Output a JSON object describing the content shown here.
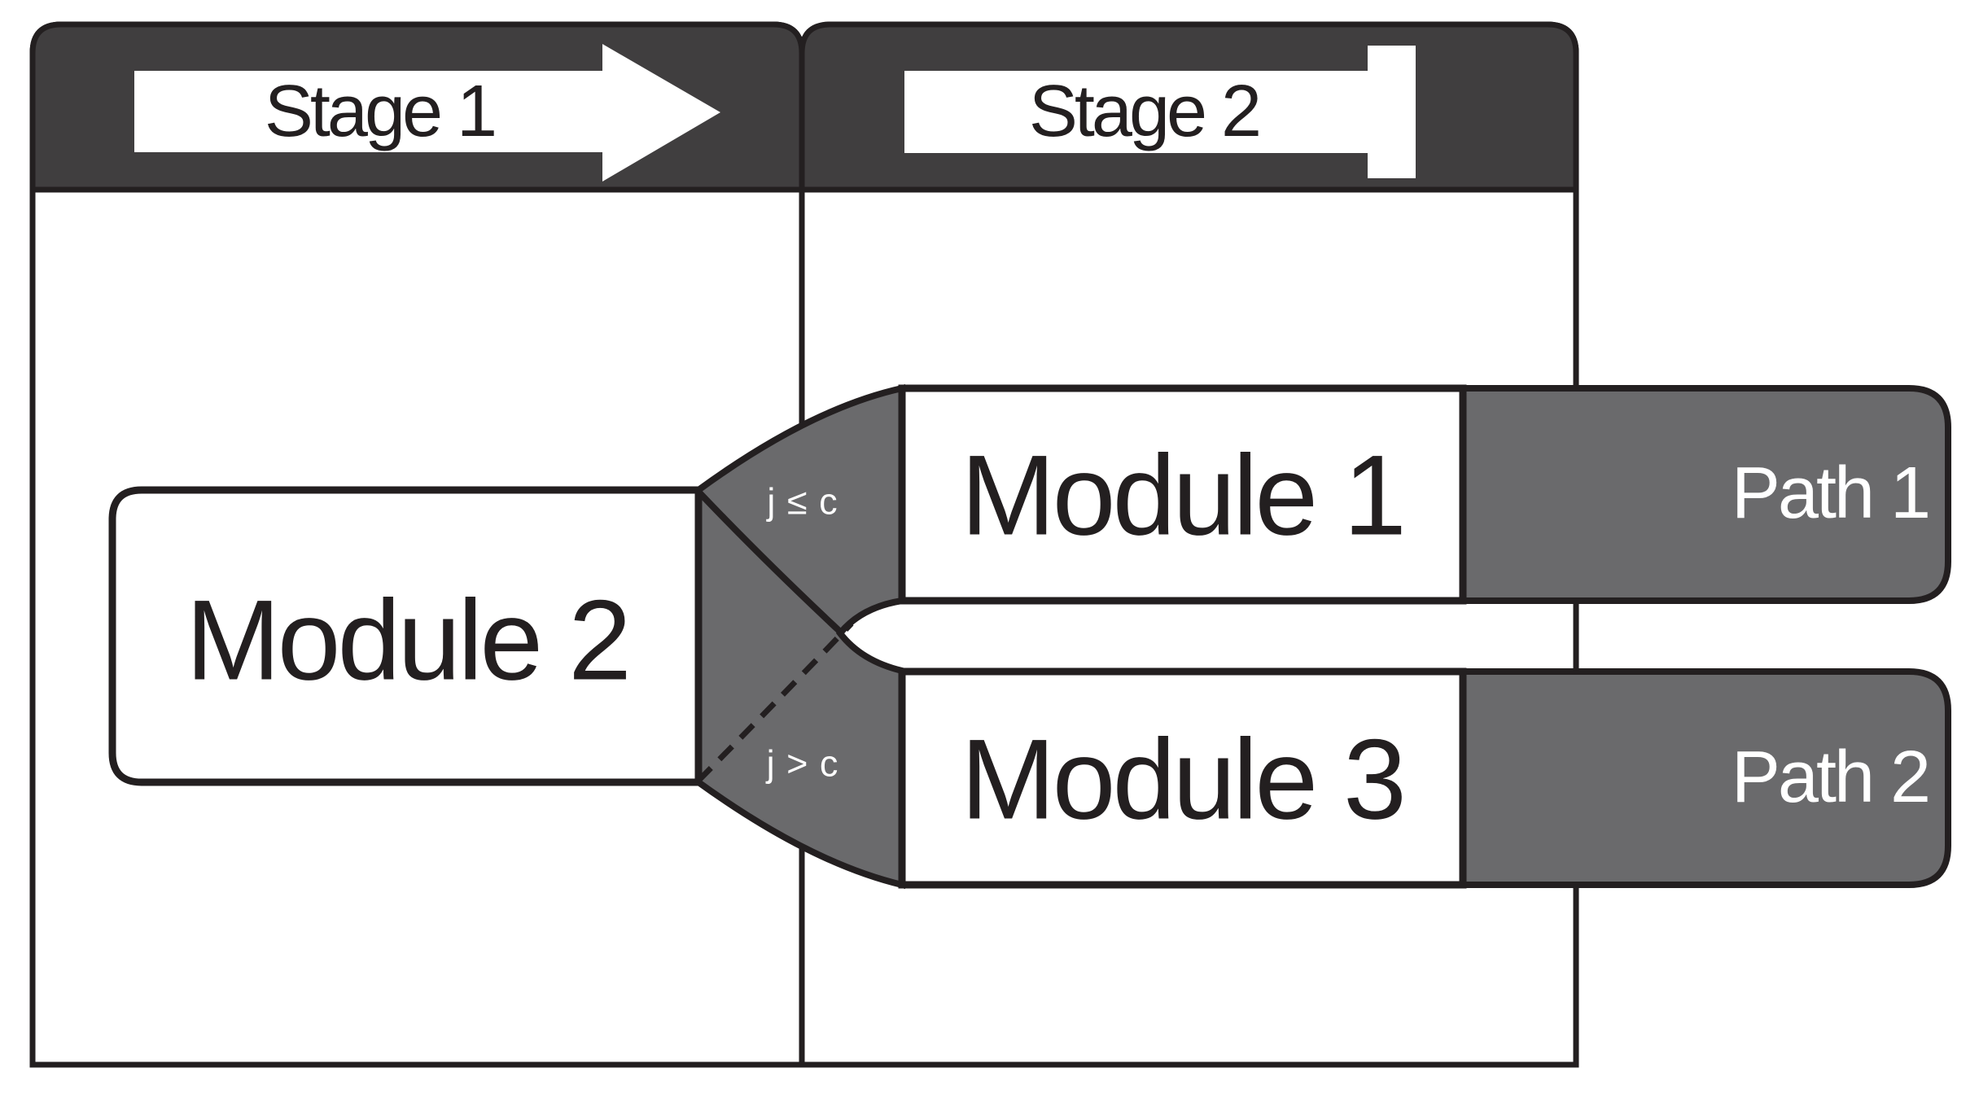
{
  "figure": {
    "stages": [
      {
        "label": "Stage 1"
      },
      {
        "label": "Stage 2"
      }
    ],
    "stage1_module": {
      "label": "Module 2"
    },
    "stage2_modules": [
      {
        "label": "Module 1"
      },
      {
        "label": "Module 3"
      }
    ],
    "branch_conditions": {
      "to_module1": "j ≤ c",
      "to_module3": "j > c"
    },
    "paths": [
      {
        "label": "Path 1"
      },
      {
        "label": "Path 2"
      }
    ],
    "icons": {
      "stage1": "right-arrow-icon",
      "stage2": "bar-terminated-arrow-icon"
    },
    "colors": {
      "header_fill": "#403e3f",
      "shape_gray": "#6a6a6c",
      "line_black": "#231f20",
      "label_white": "#ffffff",
      "background": "#ffffff"
    }
  }
}
